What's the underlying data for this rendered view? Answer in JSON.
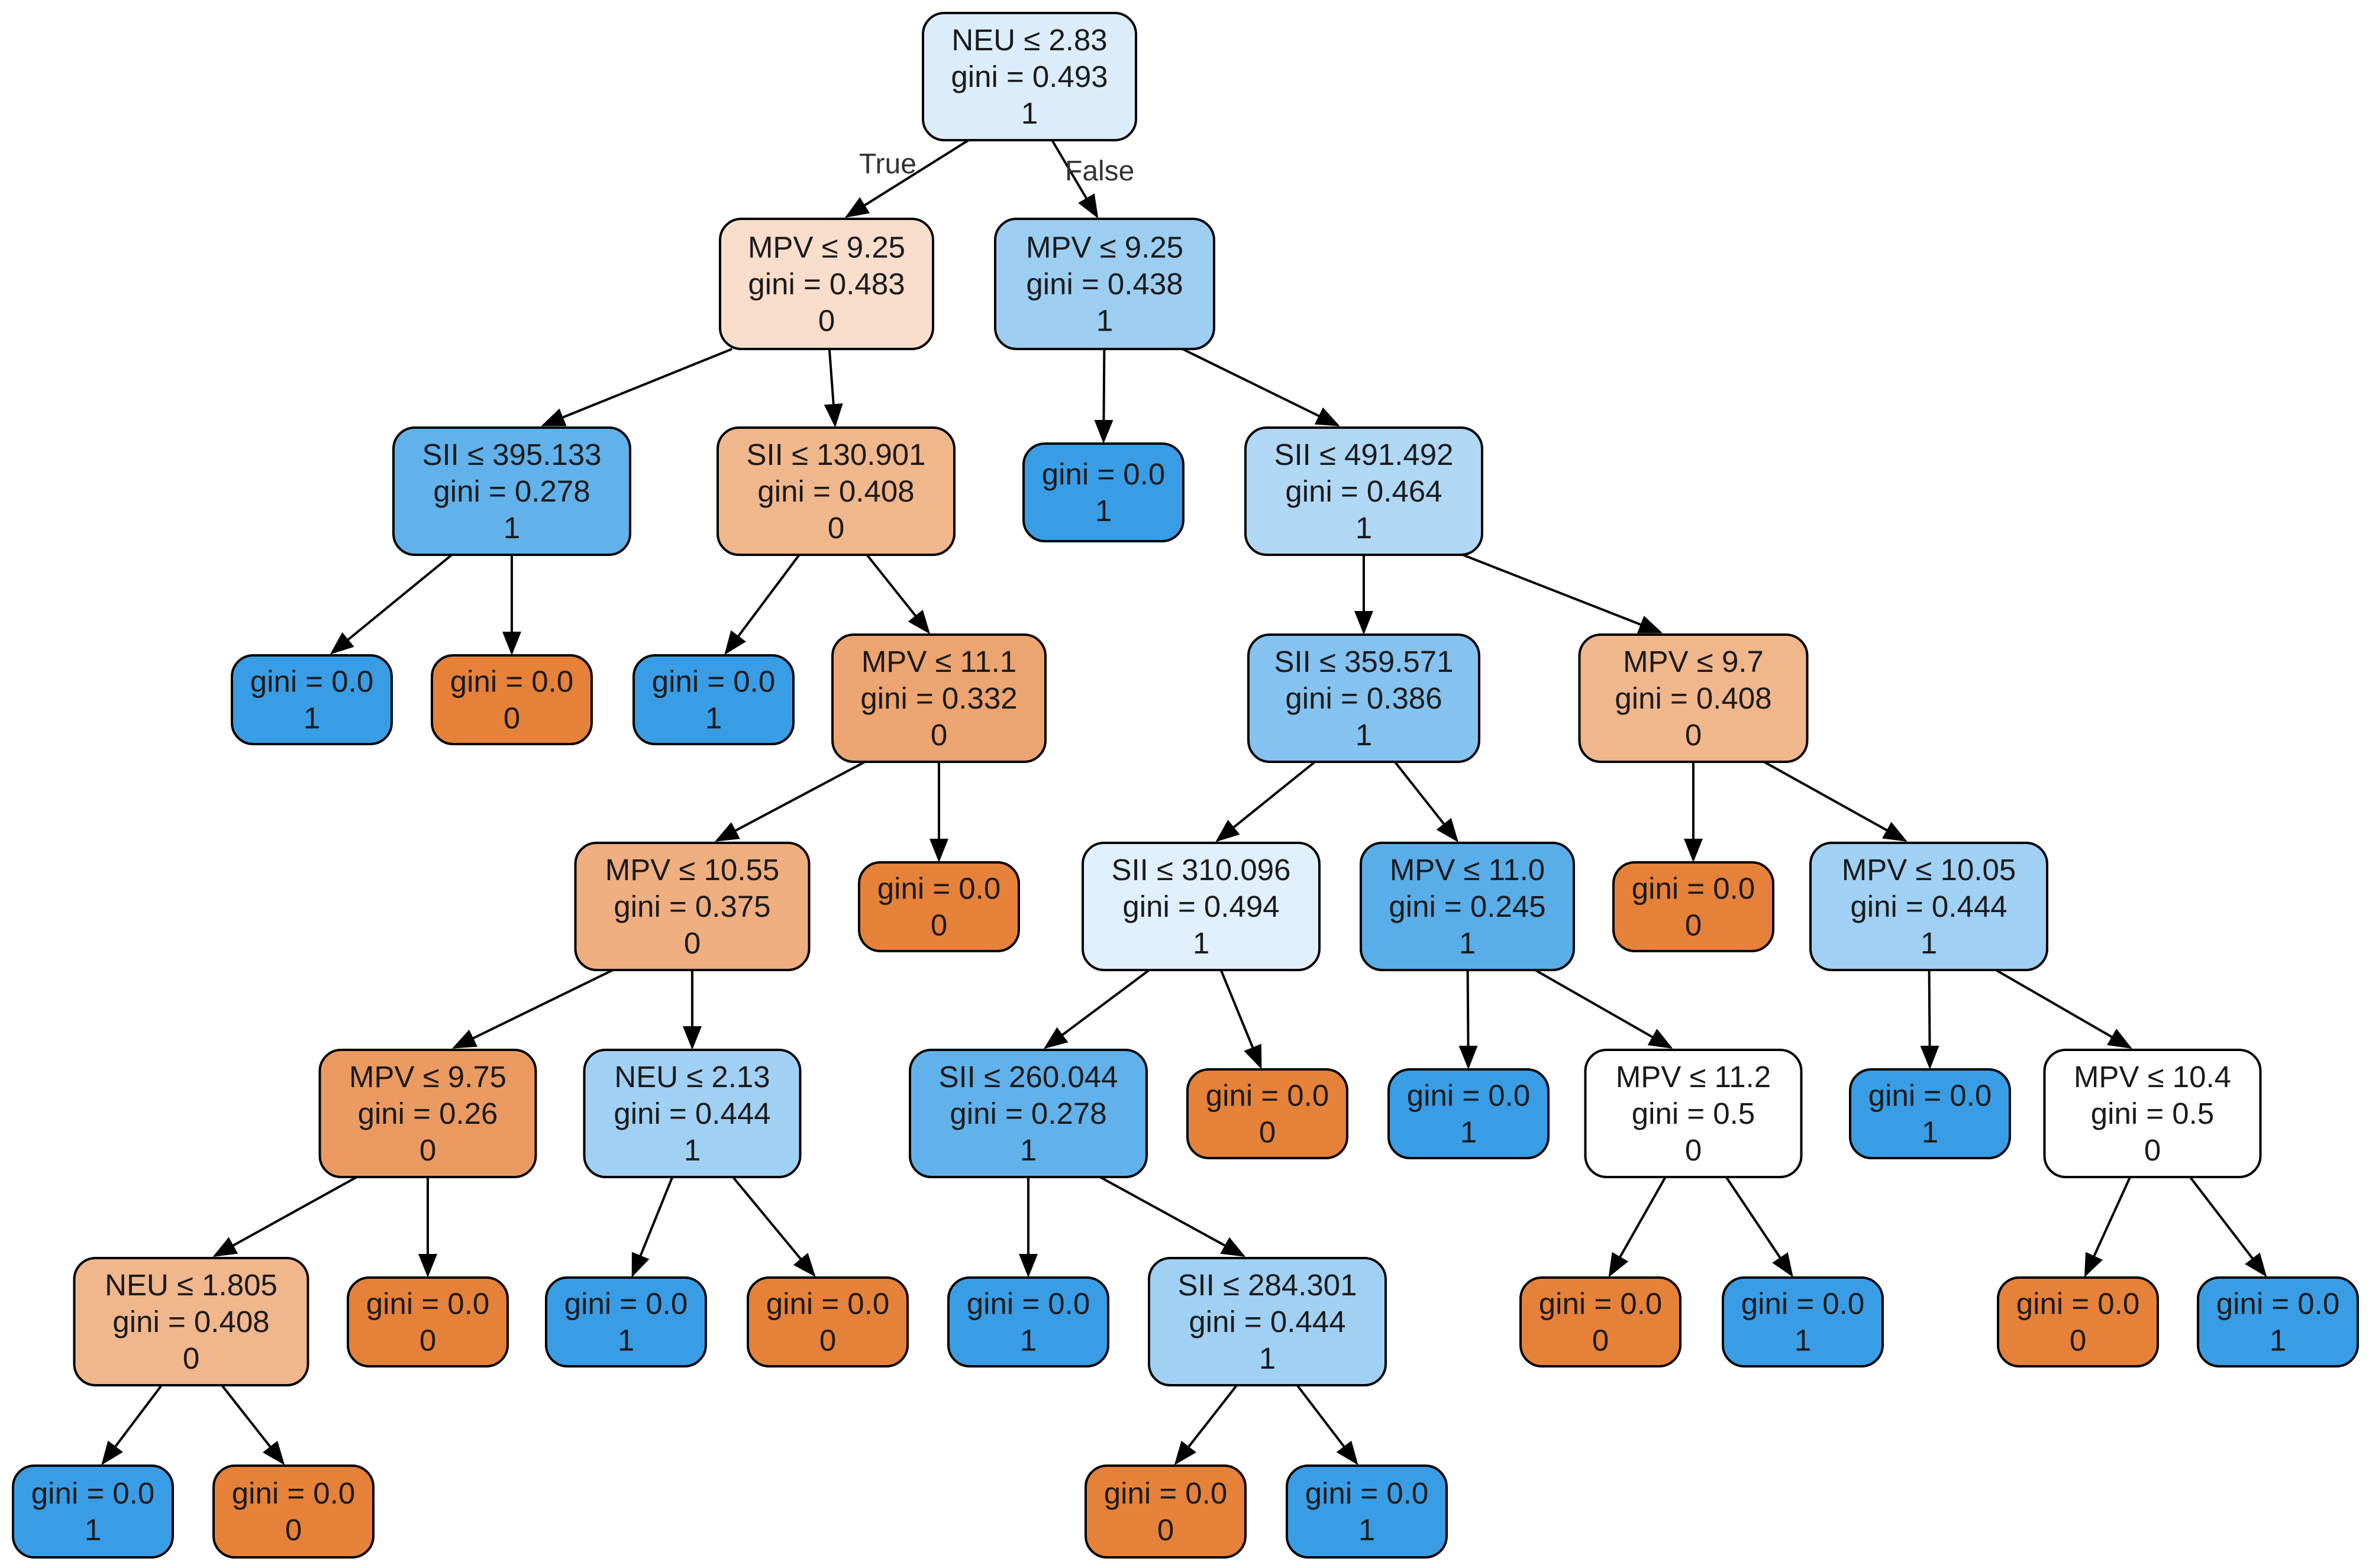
{
  "colors": {
    "class_0": "#e58139",
    "class_1": "#399de5",
    "pure_white": "#ffffff",
    "edge": "#000000"
  },
  "edge_labels": {
    "true_label": "True",
    "false_label": "False"
  },
  "nodes": [
    {
      "id": "n0",
      "lines": [
        "NEU ≤  2.83",
        "gini = 0.493",
        "1"
      ],
      "cls": 1,
      "alpha": 0.18
    },
    {
      "id": "n1",
      "lines": [
        "MPV ≤  9.25",
        "gini = 0.483",
        "0"
      ],
      "cls": 0,
      "alpha": 0.27
    },
    {
      "id": "n2",
      "lines": [
        "MPV ≤  9.25",
        "gini = 0.438",
        "1"
      ],
      "cls": 1,
      "alpha": 0.5
    },
    {
      "id": "n3",
      "lines": [
        "SII ≤  395.133",
        "gini = 0.278",
        "1"
      ],
      "cls": 1,
      "alpha": 0.8
    },
    {
      "id": "n4",
      "lines": [
        "SII ≤  130.901",
        "gini = 0.408",
        "0"
      ],
      "cls": 0,
      "alpha": 0.58
    },
    {
      "id": "n5",
      "lines": [
        "gini = 0.0",
        "1"
      ],
      "cls": 1,
      "alpha": 1.0
    },
    {
      "id": "n6",
      "lines": [
        "SII ≤  491.492",
        "gini = 0.464",
        "1"
      ],
      "cls": 1,
      "alpha": 0.4
    },
    {
      "id": "n7",
      "lines": [
        "gini = 0.0",
        "1"
      ],
      "cls": 1,
      "alpha": 1.0
    },
    {
      "id": "n8",
      "lines": [
        "gini = 0.0",
        "0"
      ],
      "cls": 0,
      "alpha": 1.0
    },
    {
      "id": "n9",
      "lines": [
        "gini = 0.0",
        "1"
      ],
      "cls": 1,
      "alpha": 1.0
    },
    {
      "id": "n10",
      "lines": [
        "MPV ≤  11.1",
        "gini = 0.332",
        "0"
      ],
      "cls": 0,
      "alpha": 0.72
    },
    {
      "id": "n11",
      "lines": [
        "SII ≤  359.571",
        "gini = 0.386",
        "1"
      ],
      "cls": 1,
      "alpha": 0.62
    },
    {
      "id": "n12",
      "lines": [
        "MPV ≤  9.7",
        "gini = 0.408",
        "0"
      ],
      "cls": 0,
      "alpha": 0.58
    },
    {
      "id": "n13",
      "lines": [
        "MPV ≤  10.55",
        "gini = 0.375",
        "0"
      ],
      "cls": 0,
      "alpha": 0.64
    },
    {
      "id": "n14",
      "lines": [
        "gini = 0.0",
        "0"
      ],
      "cls": 0,
      "alpha": 1.0
    },
    {
      "id": "n15",
      "lines": [
        "SII ≤  310.096",
        "gini = 0.494",
        "1"
      ],
      "cls": 1,
      "alpha": 0.16
    },
    {
      "id": "n16",
      "lines": [
        "MPV ≤  11.0",
        "gini = 0.245",
        "1"
      ],
      "cls": 1,
      "alpha": 0.84
    },
    {
      "id": "n17",
      "lines": [
        "gini = 0.0",
        "0"
      ],
      "cls": 0,
      "alpha": 1.0
    },
    {
      "id": "n18",
      "lines": [
        "MPV ≤  10.05",
        "gini = 0.444",
        "1"
      ],
      "cls": 1,
      "alpha": 0.48
    },
    {
      "id": "n19",
      "lines": [
        "MPV ≤  9.75",
        "gini = 0.26",
        "0"
      ],
      "cls": 0,
      "alpha": 0.8
    },
    {
      "id": "n20",
      "lines": [
        "NEU ≤  2.13",
        "gini = 0.444",
        "1"
      ],
      "cls": 1,
      "alpha": 0.48
    },
    {
      "id": "n21",
      "lines": [
        "SII ≤  260.044",
        "gini = 0.278",
        "1"
      ],
      "cls": 1,
      "alpha": 0.8
    },
    {
      "id": "n22",
      "lines": [
        "gini = 0.0",
        "0"
      ],
      "cls": 0,
      "alpha": 1.0
    },
    {
      "id": "n23",
      "lines": [
        "gini = 0.0",
        "1"
      ],
      "cls": 1,
      "alpha": 1.0
    },
    {
      "id": "n24",
      "lines": [
        "MPV ≤  11.2",
        "gini = 0.5",
        "0"
      ],
      "cls": 0,
      "alpha": 0.0
    },
    {
      "id": "n25",
      "lines": [
        "gini = 0.0",
        "1"
      ],
      "cls": 1,
      "alpha": 1.0
    },
    {
      "id": "n26",
      "lines": [
        "MPV ≤  10.4",
        "gini = 0.5",
        "0"
      ],
      "cls": 0,
      "alpha": 0.0
    },
    {
      "id": "n27",
      "lines": [
        "NEU ≤  1.805",
        "gini = 0.408",
        "0"
      ],
      "cls": 0,
      "alpha": 0.58
    },
    {
      "id": "n28",
      "lines": [
        "gini = 0.0",
        "0"
      ],
      "cls": 0,
      "alpha": 1.0
    },
    {
      "id": "n29",
      "lines": [
        "gini = 0.0",
        "1"
      ],
      "cls": 1,
      "alpha": 1.0
    },
    {
      "id": "n30",
      "lines": [
        "gini = 0.0",
        "0"
      ],
      "cls": 0,
      "alpha": 1.0
    },
    {
      "id": "n31",
      "lines": [
        "gini = 0.0",
        "1"
      ],
      "cls": 1,
      "alpha": 1.0
    },
    {
      "id": "n32",
      "lines": [
        "SII ≤  284.301",
        "gini = 0.444",
        "1"
      ],
      "cls": 1,
      "alpha": 0.48
    },
    {
      "id": "n33",
      "lines": [
        "gini = 0.0",
        "0"
      ],
      "cls": 0,
      "alpha": 1.0
    },
    {
      "id": "n34",
      "lines": [
        "gini = 0.0",
        "1"
      ],
      "cls": 1,
      "alpha": 1.0
    },
    {
      "id": "n35",
      "lines": [
        "gini = 0.0",
        "0"
      ],
      "cls": 0,
      "alpha": 1.0
    },
    {
      "id": "n36",
      "lines": [
        "gini = 0.0",
        "1"
      ],
      "cls": 1,
      "alpha": 1.0
    },
    {
      "id": "n37",
      "lines": [
        "gini = 0.0",
        "1"
      ],
      "cls": 1,
      "alpha": 1.0
    },
    {
      "id": "n38",
      "lines": [
        "gini = 0.0",
        "0"
      ],
      "cls": 0,
      "alpha": 1.0
    },
    {
      "id": "n39",
      "lines": [
        "gini = 0.0",
        "0"
      ],
      "cls": 0,
      "alpha": 1.0
    },
    {
      "id": "n40",
      "lines": [
        "gini = 0.0",
        "1"
      ],
      "cls": 1,
      "alpha": 1.0
    }
  ],
  "edges": [
    [
      "n0",
      "n1"
    ],
    [
      "n0",
      "n2"
    ],
    [
      "n1",
      "n3"
    ],
    [
      "n1",
      "n4"
    ],
    [
      "n2",
      "n5"
    ],
    [
      "n2",
      "n6"
    ],
    [
      "n3",
      "n7"
    ],
    [
      "n3",
      "n8"
    ],
    [
      "n4",
      "n9"
    ],
    [
      "n4",
      "n10"
    ],
    [
      "n6",
      "n11"
    ],
    [
      "n6",
      "n12"
    ],
    [
      "n10",
      "n13"
    ],
    [
      "n10",
      "n14"
    ],
    [
      "n11",
      "n15"
    ],
    [
      "n11",
      "n16"
    ],
    [
      "n12",
      "n17"
    ],
    [
      "n12",
      "n18"
    ],
    [
      "n13",
      "n19"
    ],
    [
      "n13",
      "n20"
    ],
    [
      "n15",
      "n21"
    ],
    [
      "n15",
      "n22"
    ],
    [
      "n16",
      "n23"
    ],
    [
      "n16",
      "n24"
    ],
    [
      "n18",
      "n25"
    ],
    [
      "n18",
      "n26"
    ],
    [
      "n19",
      "n27"
    ],
    [
      "n19",
      "n28"
    ],
    [
      "n20",
      "n29"
    ],
    [
      "n20",
      "n30"
    ],
    [
      "n21",
      "n31"
    ],
    [
      "n21",
      "n32"
    ],
    [
      "n24",
      "n33"
    ],
    [
      "n24",
      "n34"
    ],
    [
      "n26",
      "n35"
    ],
    [
      "n26",
      "n36"
    ],
    [
      "n27",
      "n37"
    ],
    [
      "n27",
      "n38"
    ],
    [
      "n32",
      "n39"
    ],
    [
      "n32",
      "n40"
    ]
  ]
}
